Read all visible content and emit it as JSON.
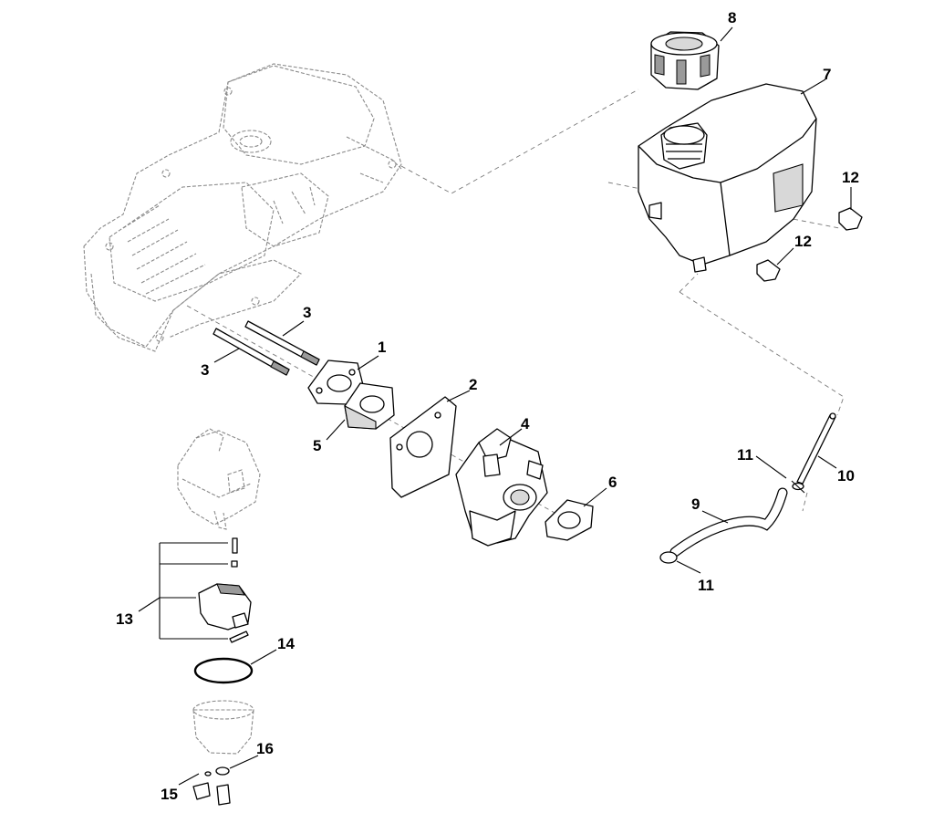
{
  "diagram": {
    "labels": {
      "p1": "1",
      "p2": "2",
      "p3a": "3",
      "p3b": "3",
      "p4": "4",
      "p5": "5",
      "p6": "6",
      "p7": "7",
      "p8": "8",
      "p9": "9",
      "p10": "10",
      "p11a": "11",
      "p11b": "11",
      "p12a": "12",
      "p12b": "12",
      "p13": "13",
      "p14": "14",
      "p15": "15",
      "p16": "16"
    }
  }
}
